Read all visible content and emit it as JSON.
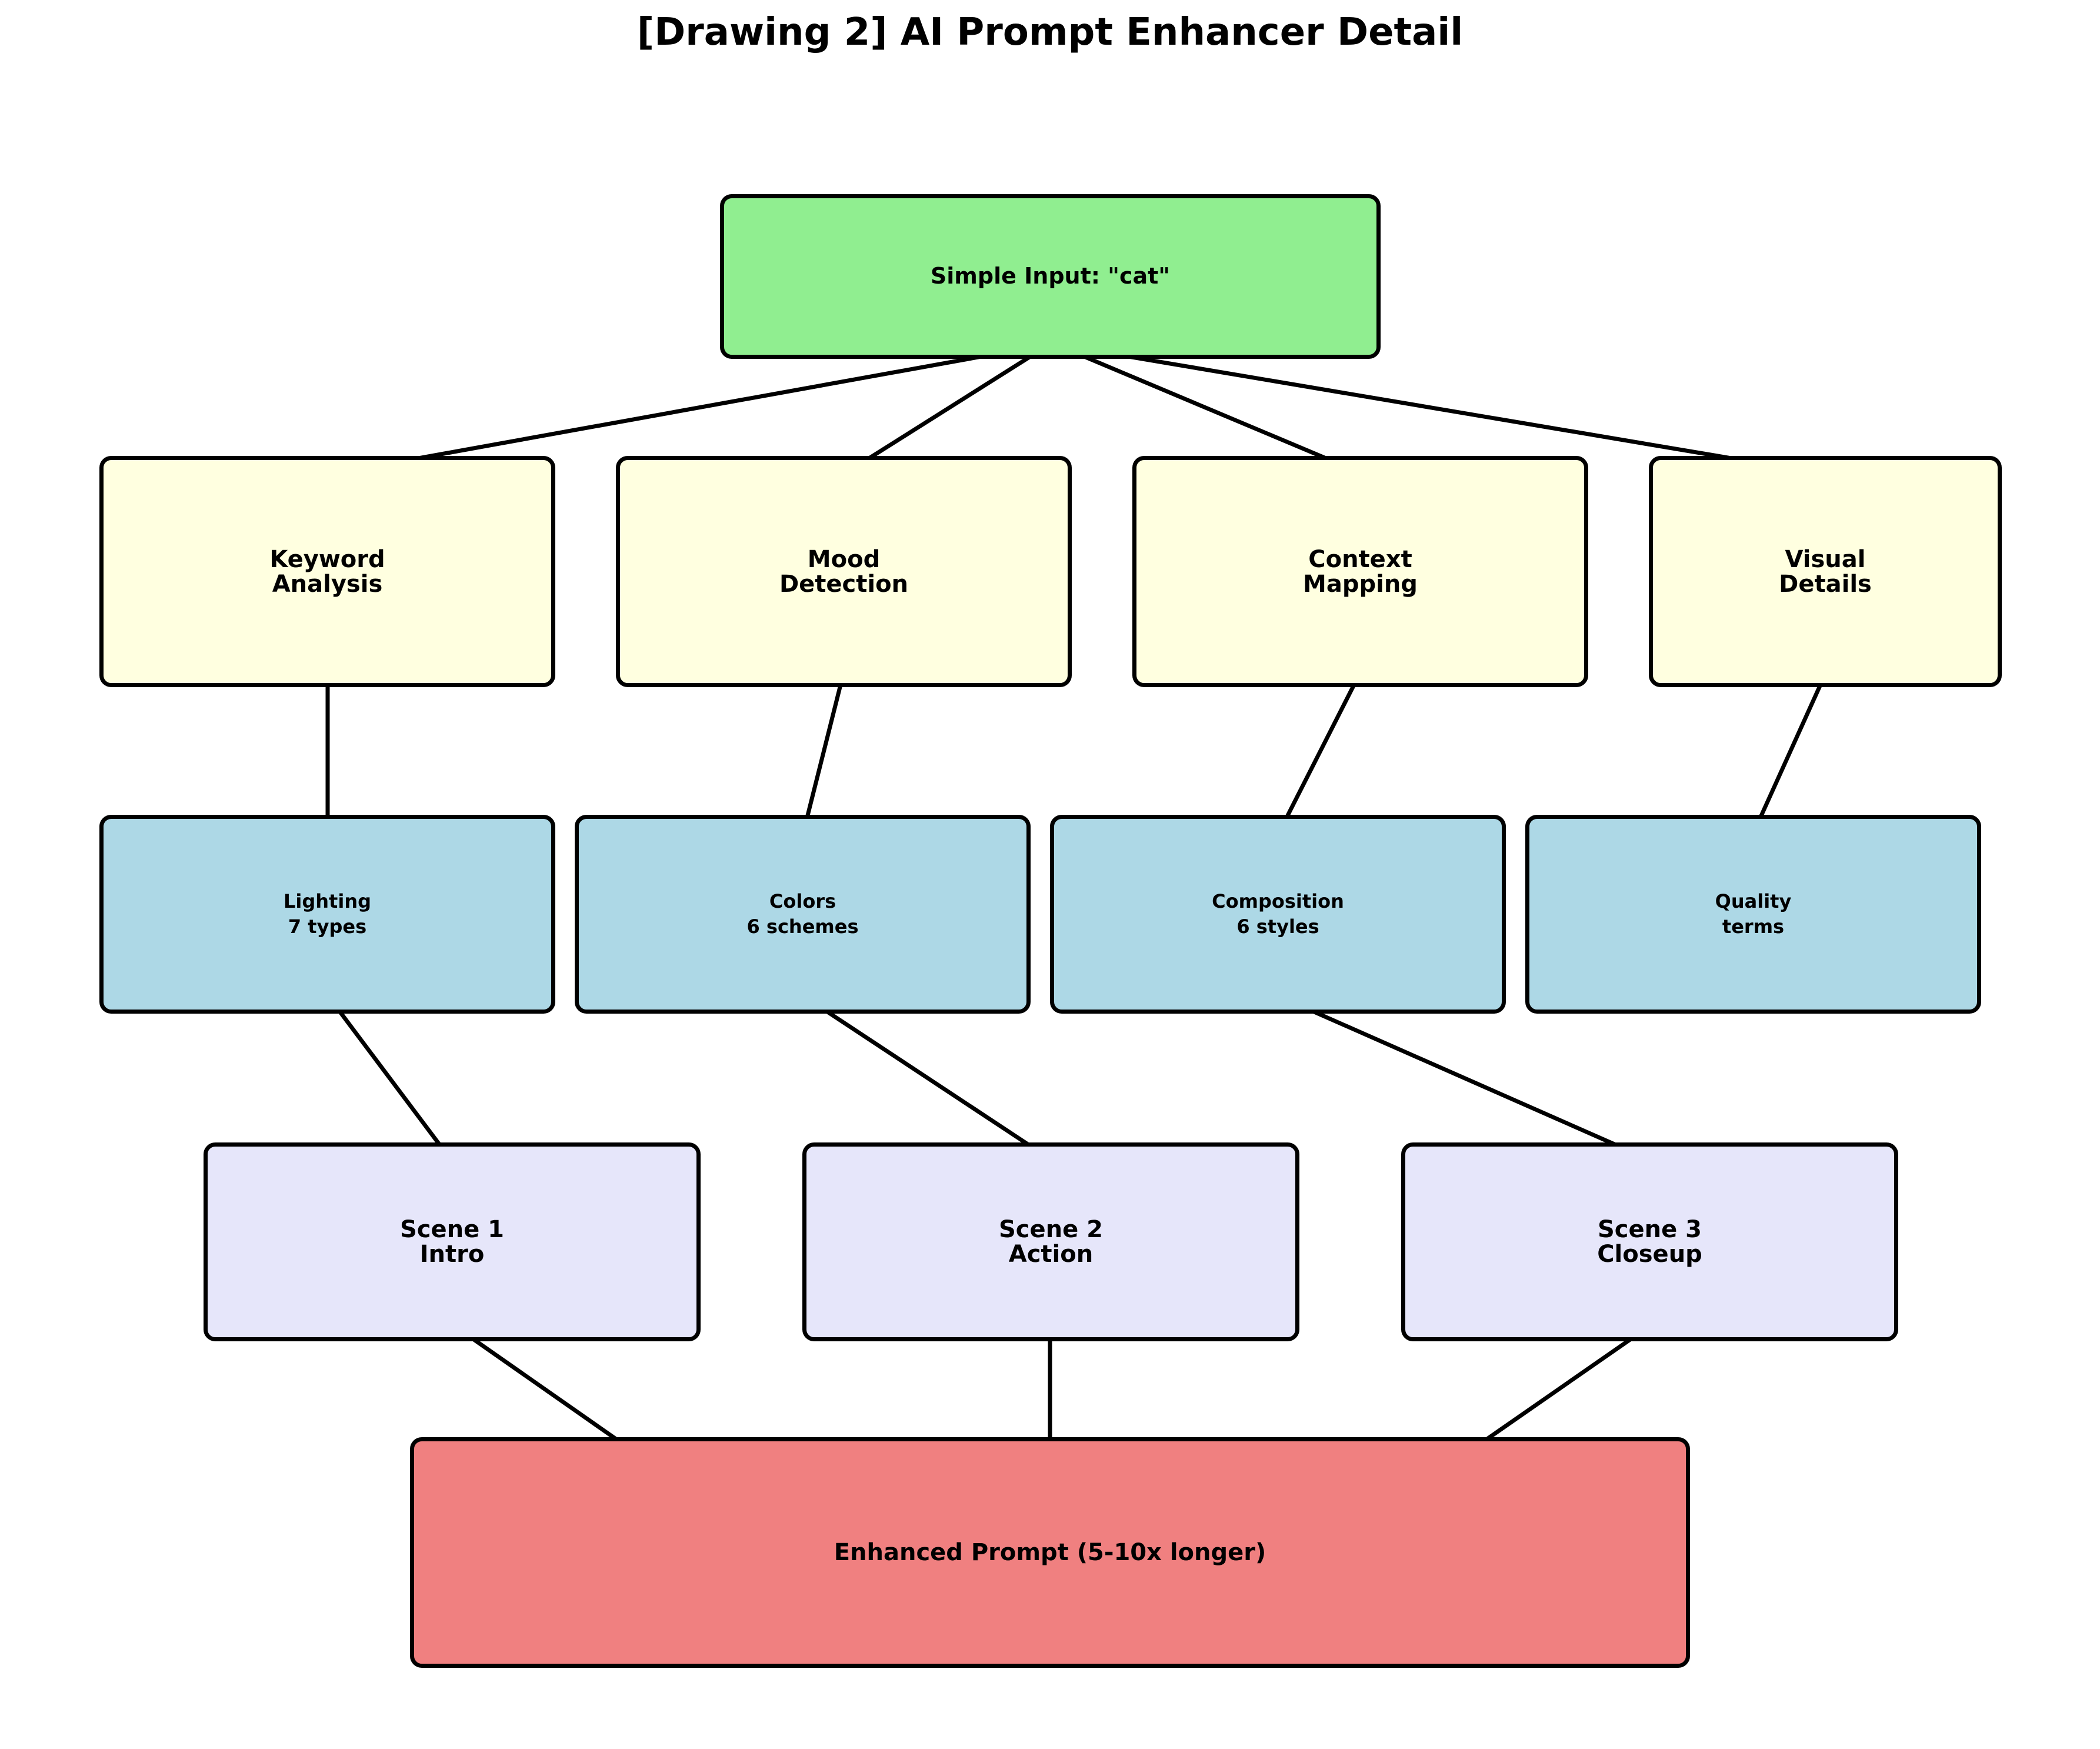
{
  "title": "[Drawing 2] AI Prompt Enhancer Detail",
  "colors": {
    "input": "#90ee90",
    "analysis": "#ffffe0",
    "enhancement": "#add8e6",
    "scene": "#e6e6fa",
    "output": "#f08080",
    "stroke": "#000000"
  },
  "nodes": {
    "input": {
      "label": "Simple Input: \"cat\""
    },
    "analysis": [
      {
        "label": "Keyword\nAnalysis"
      },
      {
        "label": "Mood\nDetection"
      },
      {
        "label": "Context\nMapping"
      },
      {
        "label": "Visual\nDetails"
      }
    ],
    "enhancement": [
      {
        "label": "Lighting\n7 types"
      },
      {
        "label": "Colors\n6 schemes"
      },
      {
        "label": "Composition\n6 styles"
      },
      {
        "label": "Quality\nterms"
      }
    ],
    "scenes": [
      {
        "label": "Scene 1\nIntro"
      },
      {
        "label": "Scene 2\nAction"
      },
      {
        "label": "Scene 3\nCloseup"
      }
    ],
    "output": {
      "label": "Enhanced Prompt (5-10x longer)"
    }
  },
  "edges": [
    [
      "input",
      "analysis-0"
    ],
    [
      "input",
      "analysis-1"
    ],
    [
      "input",
      "analysis-2"
    ],
    [
      "input",
      "analysis-3"
    ],
    [
      "analysis-0",
      "enhancement-0"
    ],
    [
      "analysis-1",
      "enhancement-1"
    ],
    [
      "analysis-2",
      "enhancement-2"
    ],
    [
      "analysis-3",
      "enhancement-3"
    ],
    [
      "enhancement-0",
      "scene-0"
    ],
    [
      "enhancement-1",
      "scene-1"
    ],
    [
      "enhancement-2",
      "scene-2"
    ],
    [
      "scene-0",
      "output"
    ],
    [
      "scene-1",
      "output"
    ],
    [
      "scene-2",
      "output"
    ]
  ]
}
